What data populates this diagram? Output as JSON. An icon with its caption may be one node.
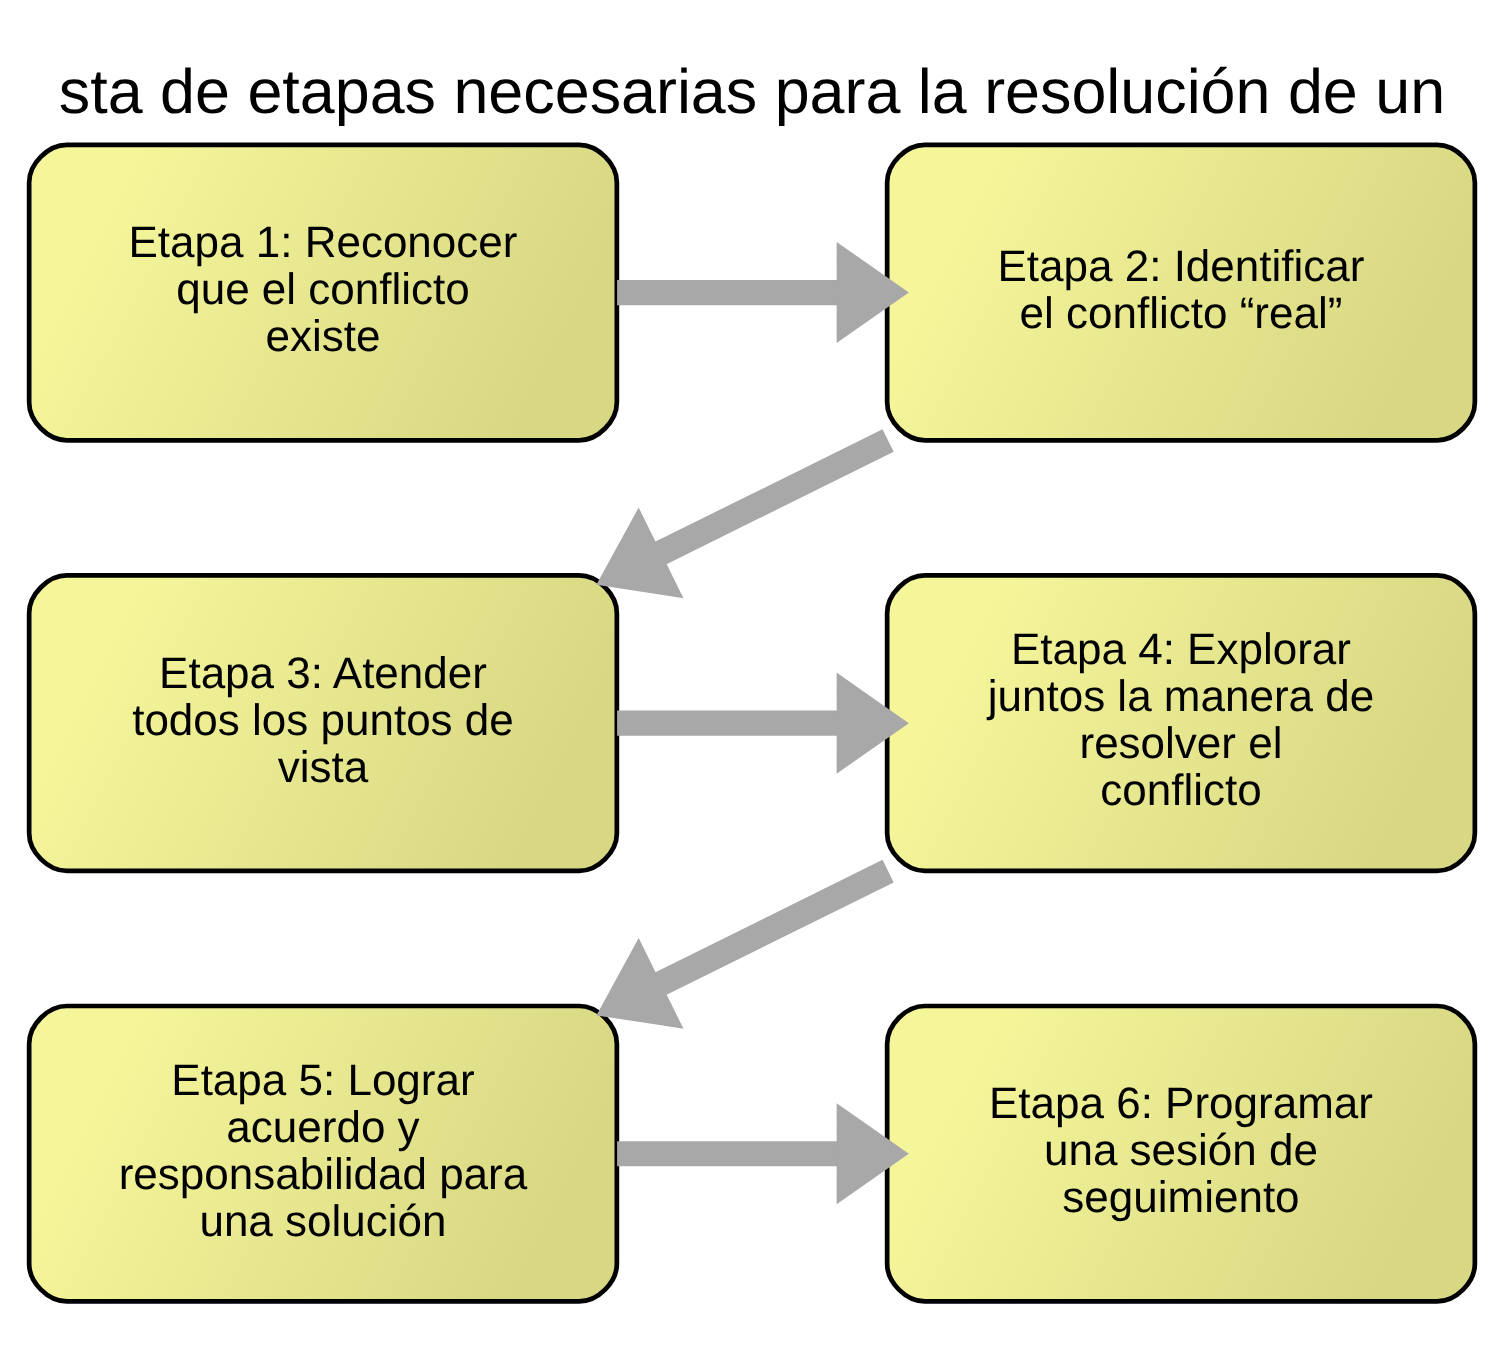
{
  "diagram": {
    "title": "sta de etapas necesarias para la resolución de un",
    "nodes": [
      {
        "text": [
          "Etapa 1: Reconocer que el conflicto existe"
        ]
      },
      {
        "text": [
          "Etapa 2: Identificar el conflicto “real”"
        ]
      },
      {
        "text": [
          "Etapa 3: Atender todos los puntos de vista"
        ]
      },
      {
        "text": [
          "Etapa 4: Explorar  juntos la manera de resolver el conflicto"
        ]
      },
      {
        "text": [
          "Etapa 5: Lograr acuerdo y responsabilidad para una solución"
        ]
      },
      {
        "text": [
          "Etapa 6: Programar una sesión de seguimiento"
        ]
      }
    ],
    "edges": [
      {
        "from": 0,
        "to": 1,
        "arrow": "to"
      },
      {
        "from": 1,
        "to": 2,
        "arrow": "to"
      },
      {
        "from": 2,
        "to": 3,
        "arrow": "to"
      },
      {
        "from": 3,
        "to": 4,
        "arrow": "to"
      },
      {
        "from": 4,
        "to": 5,
        "arrow": "to"
      }
    ]
  }
}
